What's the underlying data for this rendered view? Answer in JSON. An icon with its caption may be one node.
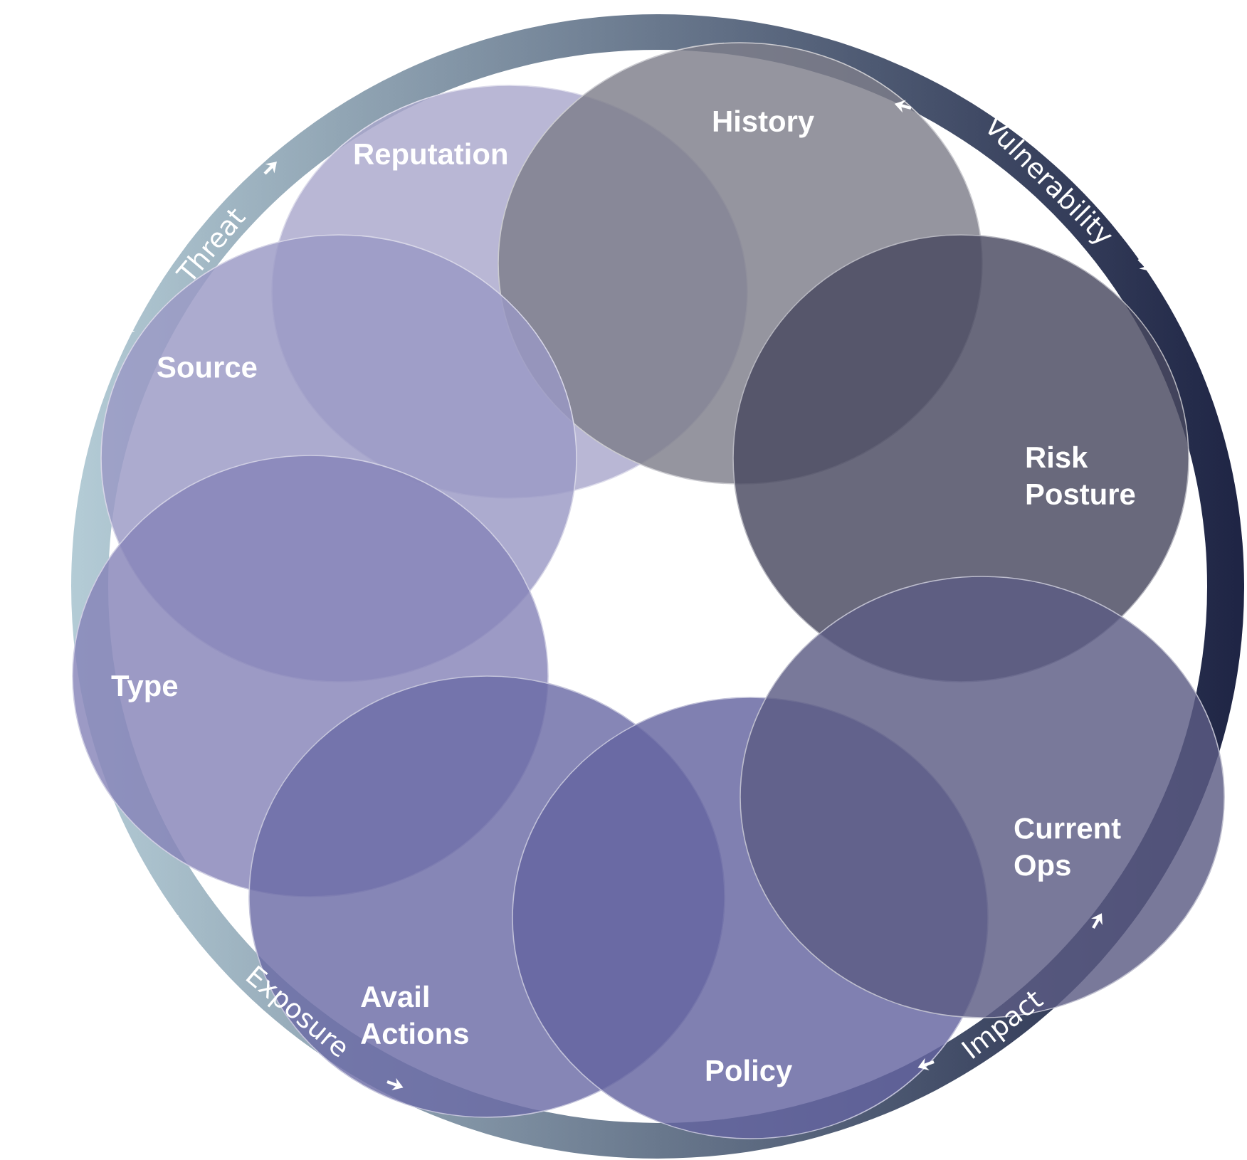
{
  "diagram": {
    "nodes": [
      {
        "text": [
          "Reputation"
        ]
      },
      {
        "text": [
          "History"
        ]
      },
      {
        "text": [
          "Risk Posture"
        ]
      },
      {
        "text": [
          "Current Ops"
        ]
      },
      {
        "text": [
          "Policy"
        ]
      },
      {
        "text": [
          "Avail Actions"
        ]
      },
      {
        "text": [
          "Type"
        ]
      },
      {
        "text": [
          "Source"
        ]
      }
    ],
    "labels": [
      "Threat",
      "Vulnerability",
      "Impact",
      "Exposure"
    ]
  }
}
